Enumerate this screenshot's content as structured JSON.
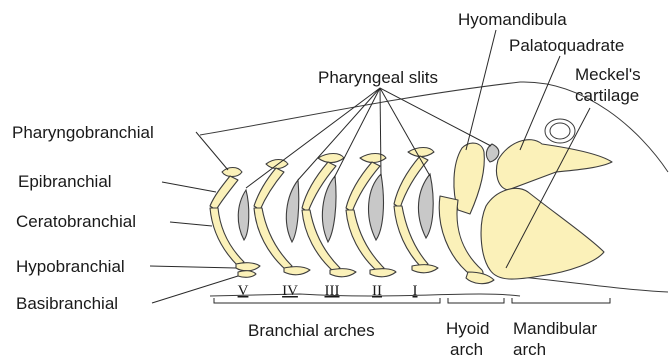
{
  "labels": {
    "pharyngeal_slits": "Pharyngeal slits",
    "hyomandibula": "Hyomandibula",
    "palatoquadrate": "Palatoquadrate",
    "meckels_line1": "Meckel's",
    "meckels_line2": "cartilage",
    "pharyngobranchial": "Pharyngobranchial",
    "epibranchial": "Epibranchial",
    "ceratobranchial": "Ceratobranchial",
    "hypobranchial": "Hypobranchial",
    "basibranchial": "Basibranchial",
    "branchial_arches": "Branchial arches",
    "hyoid_line1": "Hyoid",
    "hyoid_line2": "arch",
    "mandibular_line1": "Mandibular",
    "mandibular_line2": "arch"
  },
  "arch_numerals": [
    "V",
    "IV",
    "III",
    "II",
    "I"
  ],
  "colors": {
    "cartilage": "#fbf1b9",
    "slit": "#c8c8c8",
    "outline": "#3d3d3d"
  }
}
